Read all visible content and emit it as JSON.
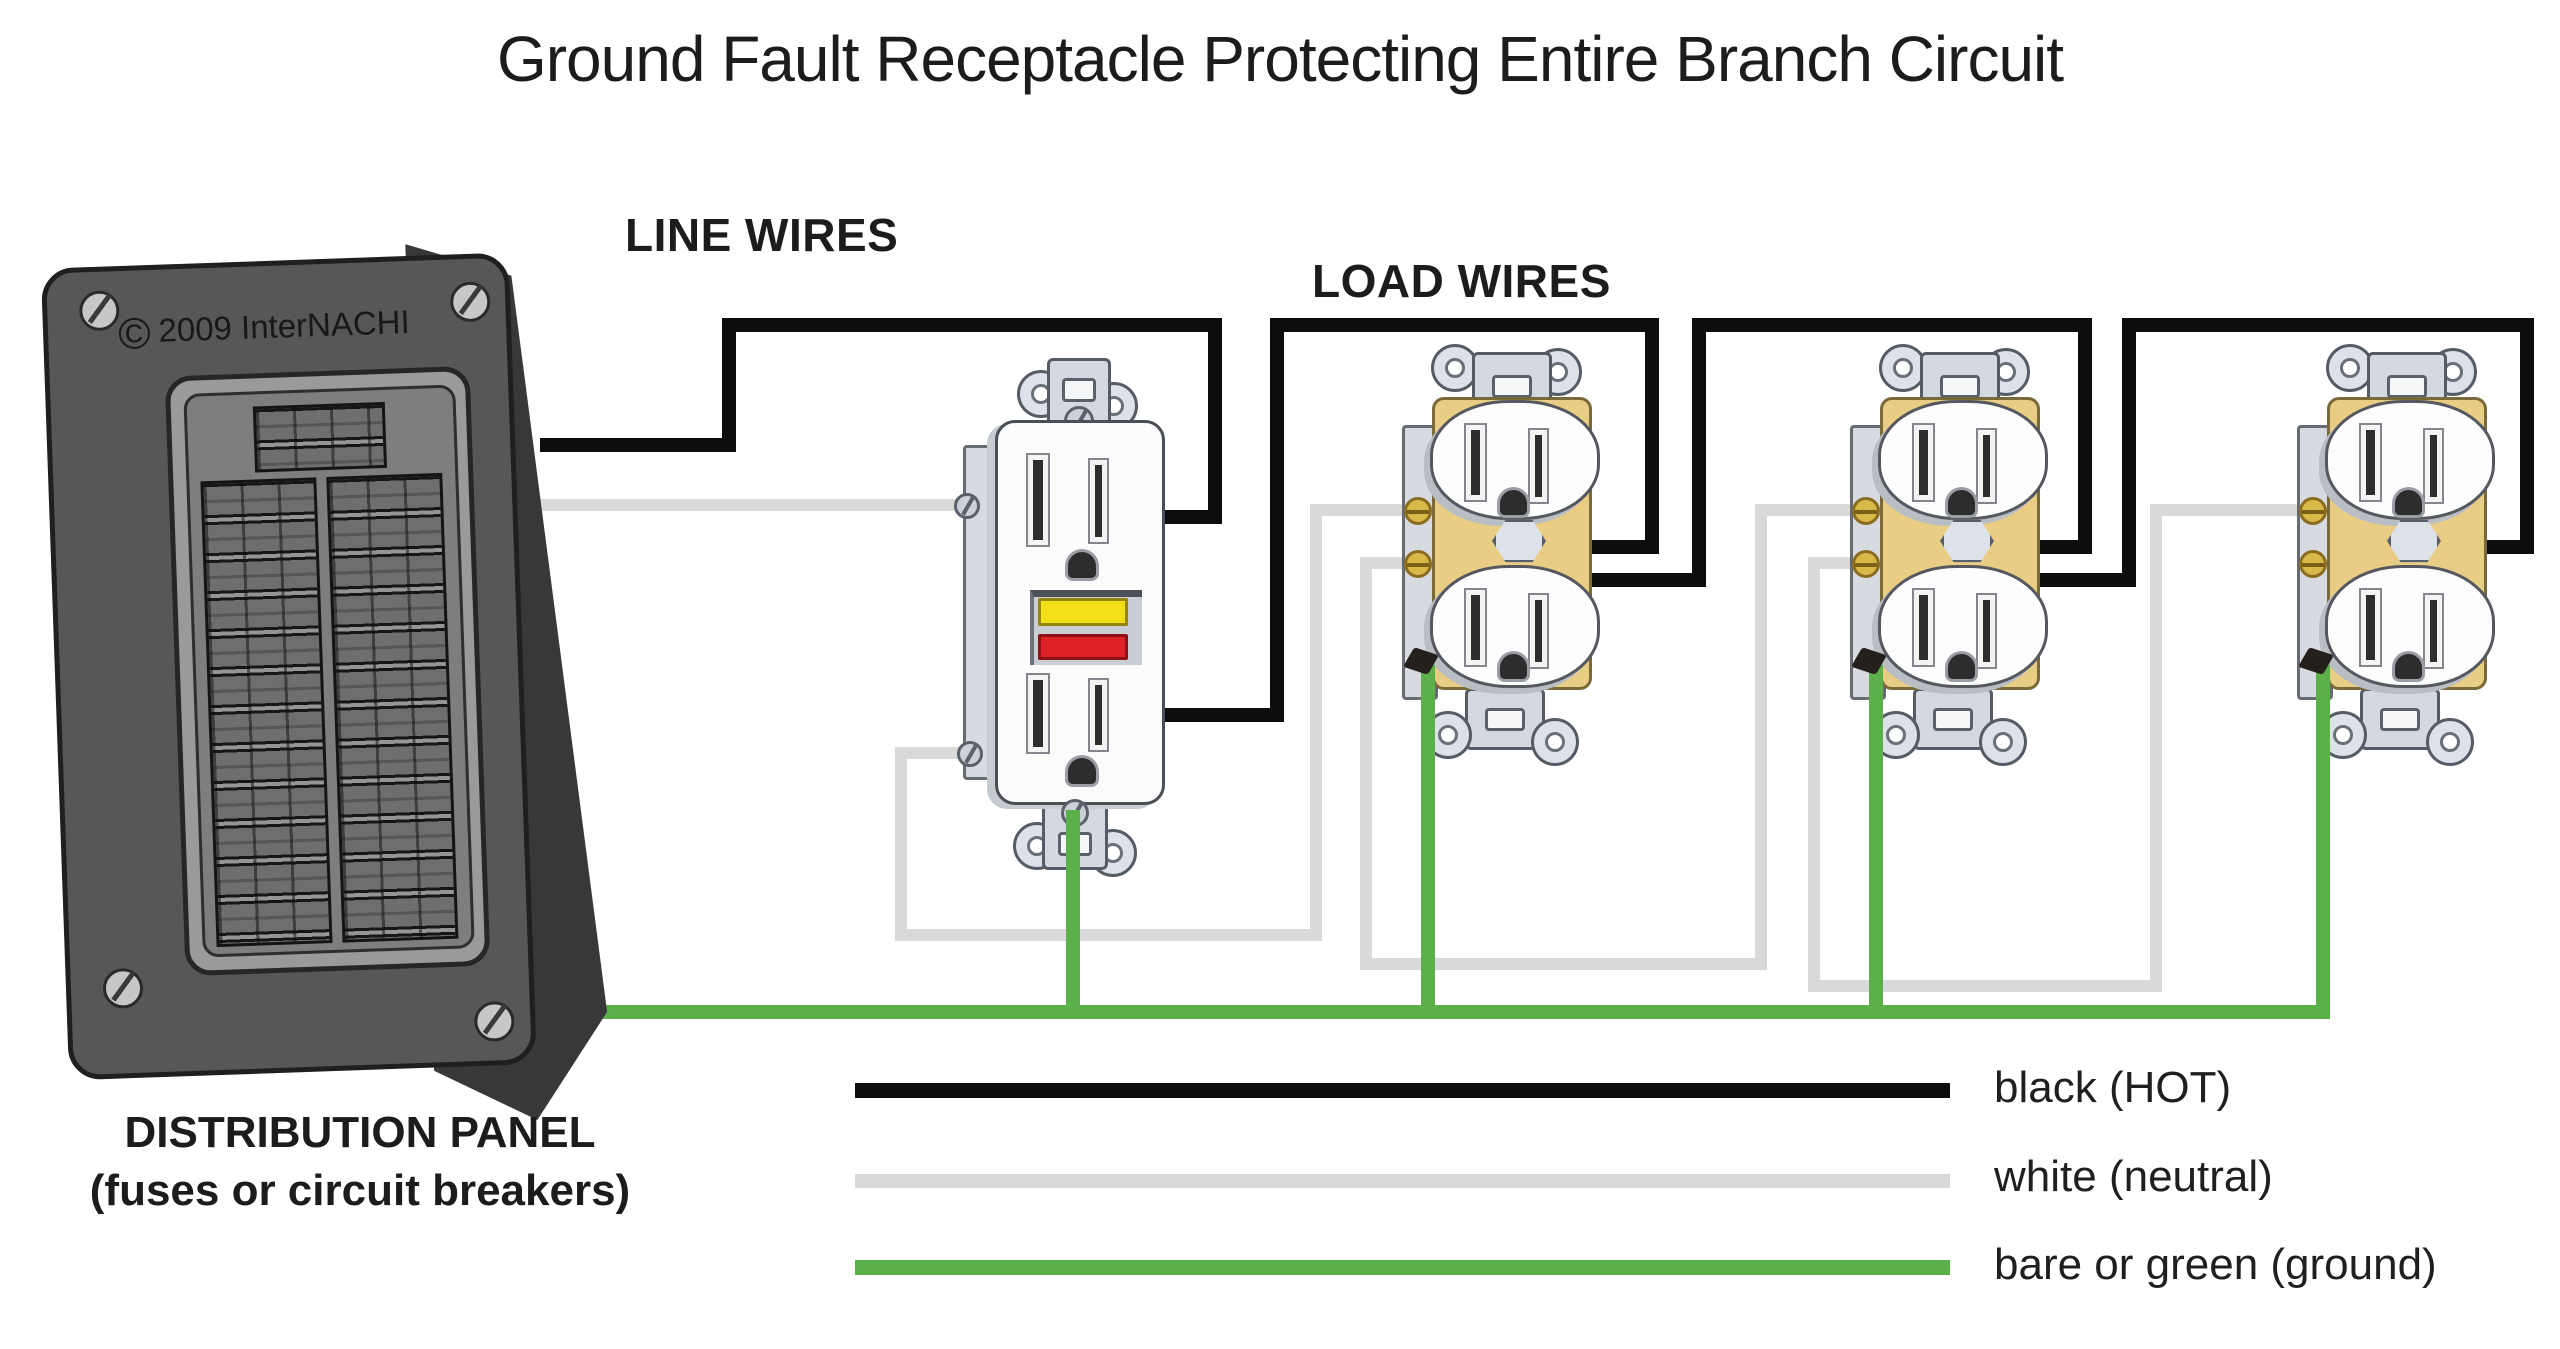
{
  "title": "Ground Fault Receptacle Protecting Entire Branch Circuit",
  "labels": {
    "line_wires": "LINE WIRES",
    "load_wires": "LOAD WIRES",
    "panel_title": "DISTRIBUTION PANEL",
    "panel_subtitle": "(fuses or circuit breakers)",
    "copyright_symbol": "©",
    "copyright_text": "2009 InterNACHI"
  },
  "legend": [
    {
      "label": "black (HOT)",
      "color": "#0d0d0d"
    },
    {
      "label": "white (neutral)",
      "color": "#d9d9d9"
    },
    {
      "label": "bare or green (ground)",
      "color": "#5cb04a"
    }
  ],
  "colors": {
    "hot": "#0d0d0d",
    "neutral": "#d9d9d9",
    "ground": "#5cb04a",
    "panel_body": "#575757",
    "receptacle_body": "#e9cd85",
    "gfci_test_button": "#f2df17",
    "gfci_reset_button": "#de2126"
  },
  "devices": {
    "distribution_panel": "distribution panel with two columns of circuit breakers",
    "gfci_receptacle": "GFCI receptacle with yellow test and red reset buttons",
    "load_receptacles_count": 3
  }
}
